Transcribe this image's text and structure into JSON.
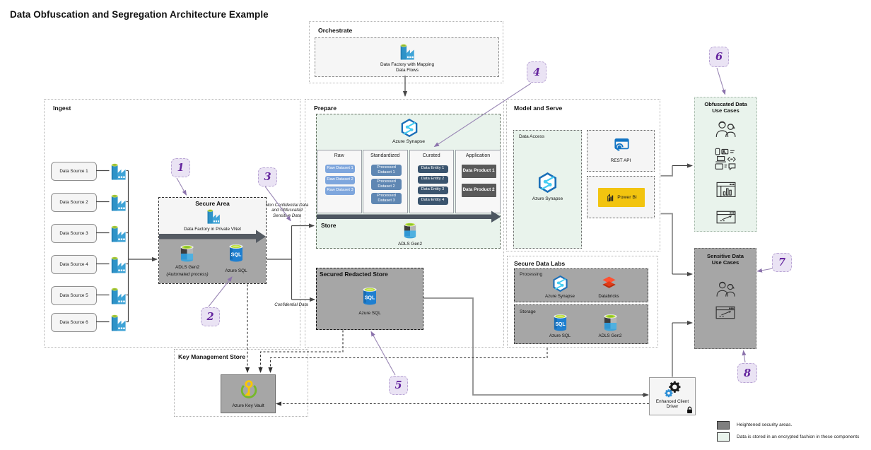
{
  "title": "Data Obfuscation and Segregation Architecture Example",
  "orchestrate": {
    "label": "Orchestrate",
    "item_label": "Data Factory with Mapping\nData Flows"
  },
  "ingest": {
    "label": "Ingest",
    "sources": [
      "Data Source 1",
      "Data Source 2",
      "Data Source 3",
      "Data Source 4",
      "Data Source 5",
      "Data Source 6"
    ]
  },
  "secure_area": {
    "label": "Secure Area",
    "pipeline_label": "Data Factory in Private VNet",
    "adls_label": "ADLS Gen2",
    "adls_sublabel": "(Automated process)",
    "sql_label": "Azure SQL"
  },
  "prepare": {
    "label": "Prepare",
    "synapse_label": "Azure Synapse",
    "columns": [
      {
        "header": "Raw",
        "items": [
          "Raw Dataset 1",
          "Raw Dataset 2",
          "Raw Dataset 3"
        ]
      },
      {
        "header": "Standardized",
        "items": [
          "Processed\nDataset 1",
          "Processed\nDataset 2",
          "Processed\nDataset 3"
        ]
      },
      {
        "header": "Curated",
        "items": [
          "Data Entity 1",
          "Data Entity 2",
          "Data Entity 3",
          "Data Entity 4"
        ]
      },
      {
        "header": "Application",
        "items": [
          "Data Product 1",
          "Data Product 2"
        ]
      }
    ],
    "store_label": "Store",
    "store_item": "ADLS Gen2"
  },
  "secured_redacted_store": {
    "label": "Secured Redacted Store",
    "item": "Azure SQL"
  },
  "model_serve": {
    "label": "Model and Serve",
    "data_access_label": "Data Access",
    "data_access_item": "Azure Synapse",
    "rest_api_label": "REST API",
    "power_bi_label": "Power BI"
  },
  "secure_data_labs": {
    "label": "Secure Data Labs",
    "processing_label": "Processing",
    "processing_items": [
      "Azure Synapse",
      "Databricks"
    ],
    "storage_label": "Storage",
    "storage_items": [
      "Azure SQL",
      "ADLS Gen2"
    ]
  },
  "key_management": {
    "label": "Key Management Store",
    "item": "Azure Key Vault"
  },
  "obfuscated_use_cases": {
    "label": "Obfuscated Data\nUse Cases"
  },
  "sensitive_use_cases": {
    "label": "Sensitive Data\nUse Cases"
  },
  "enhanced_client_driver": {
    "label": "Enhanced Client\nDriver"
  },
  "flow_labels": {
    "non_confidential": "Non Confidential Data\nand Obfuscated\nSensitive Data",
    "confidential": "Confidential Data"
  },
  "badges": [
    "1",
    "2",
    "3",
    "4",
    "5",
    "6",
    "7",
    "8"
  ],
  "legend": [
    {
      "color": "#7f7f7f",
      "text": "Heightened security areas."
    },
    {
      "color": "#e9f3ec",
      "text": "Data is stored in an encrypted fashion in these components"
    }
  ],
  "colors": {
    "green_area": "#e9f3ec",
    "gray_area": "#a6a6a6",
    "powerbi_yellow": "#f2c40f",
    "raw_pill": "#7ea6dd",
    "processed_pill": "#5f87b3",
    "entity_pill": "#3a546e",
    "product_pill": "#595959",
    "badge_text": "#64249e"
  }
}
